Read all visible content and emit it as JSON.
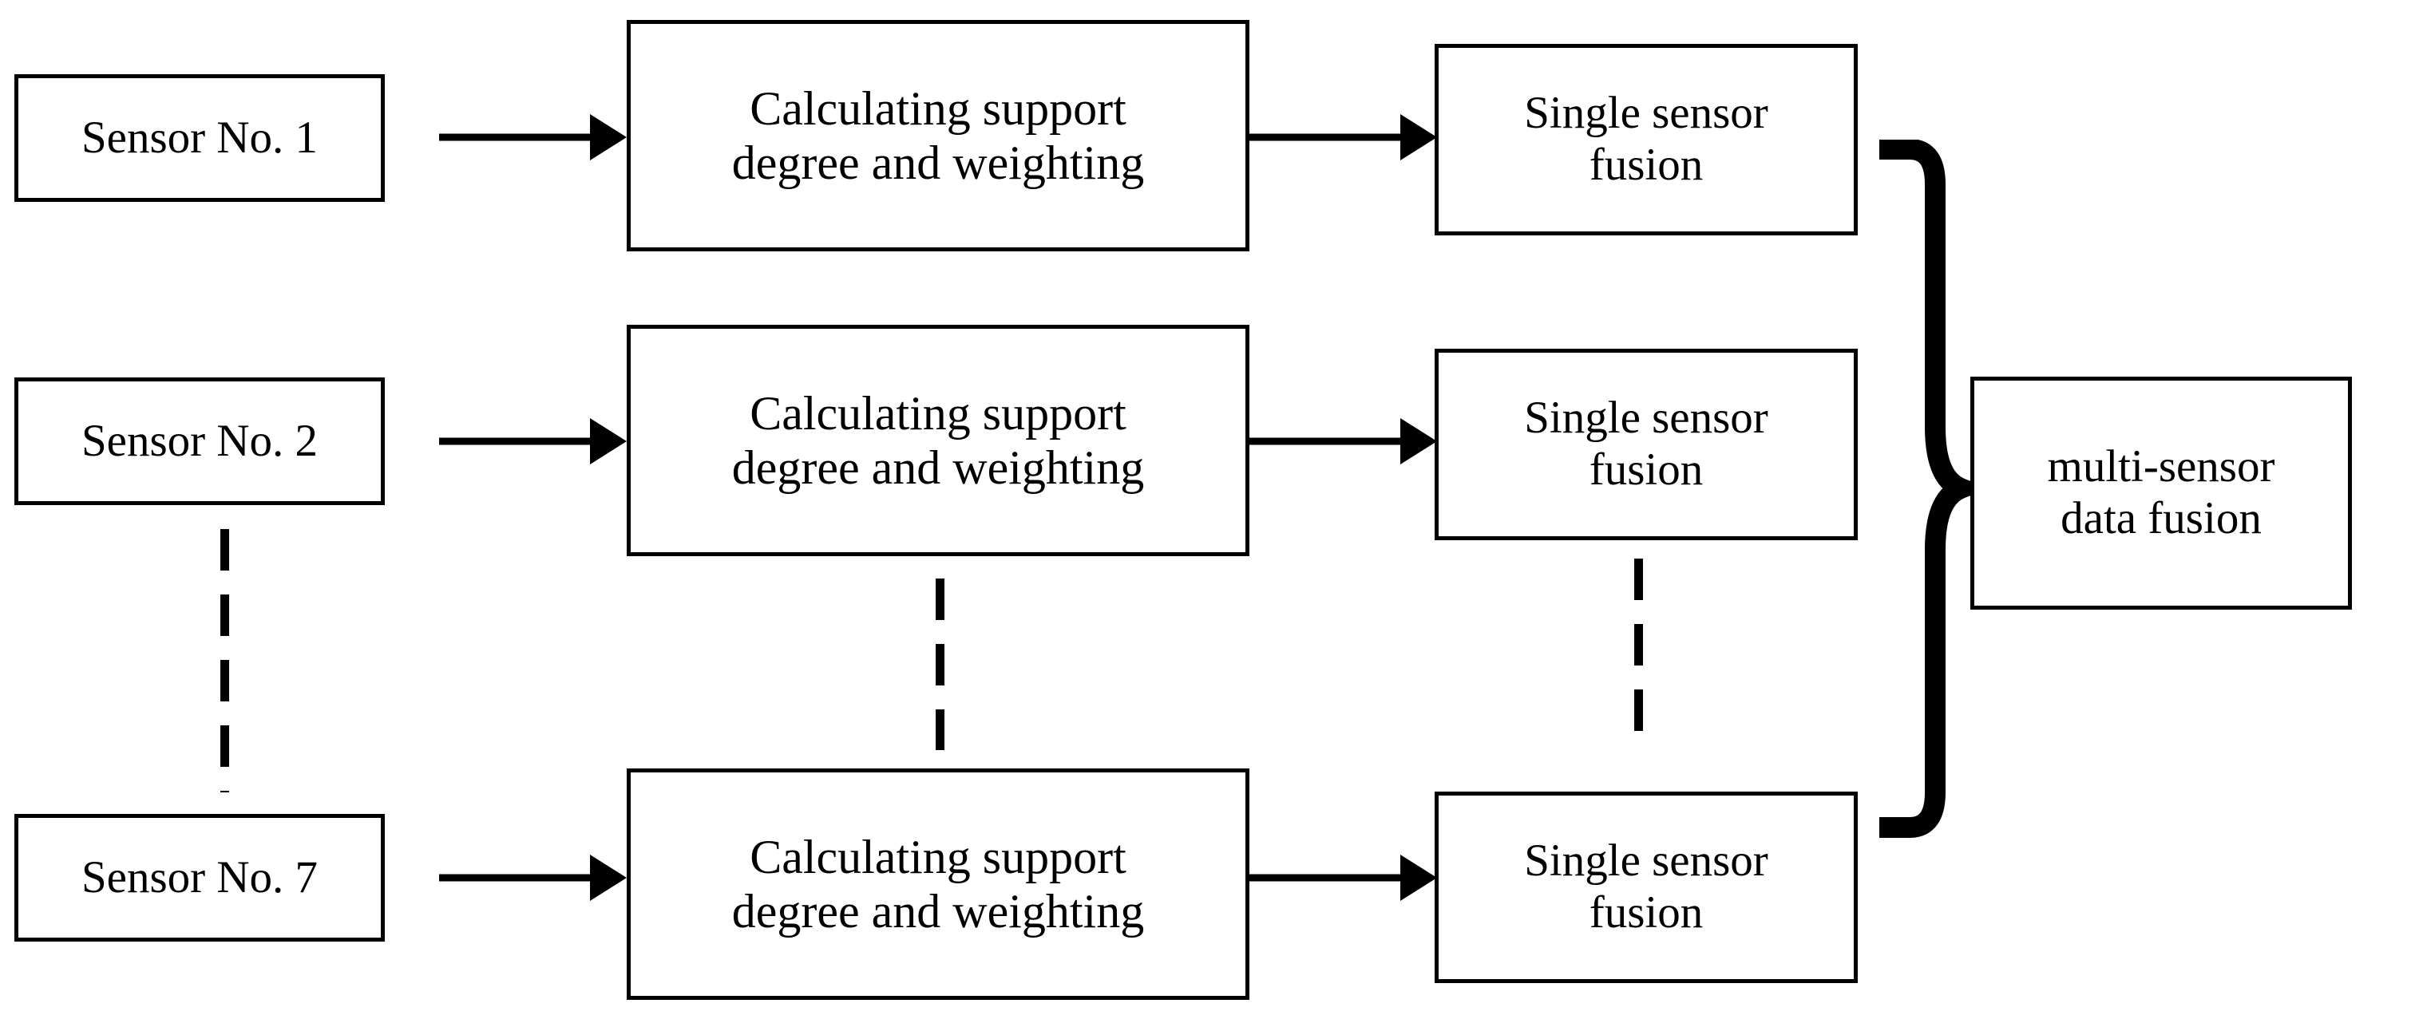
{
  "diagram": {
    "title": "multi-sensor data fusion block diagram",
    "background_color": "#ffffff",
    "line_color": "#000000",
    "rows": [
      {
        "sensor": "Sensor No. 1",
        "calculating": "Calculating support\ndegree and weighting",
        "fusion": "Single sensor\nfusion"
      },
      {
        "sensor": "Sensor No. 2",
        "calculating": "Calculating support\ndegree and weighting",
        "fusion": "Single sensor\nfusion"
      },
      {
        "sensor": "Sensor No. 7",
        "calculating": "Calculating support\ndegree and weighting",
        "fusion": "Single sensor\nfusion"
      }
    ],
    "output": {
      "label": "multi-sensor\ndata fusion"
    },
    "continuation": {
      "symbol": "vertical-dashed-line",
      "columns": [
        "sensor",
        "calculating",
        "fusion"
      ]
    },
    "grouping": {
      "symbol": "right-curly-brace"
    }
  }
}
